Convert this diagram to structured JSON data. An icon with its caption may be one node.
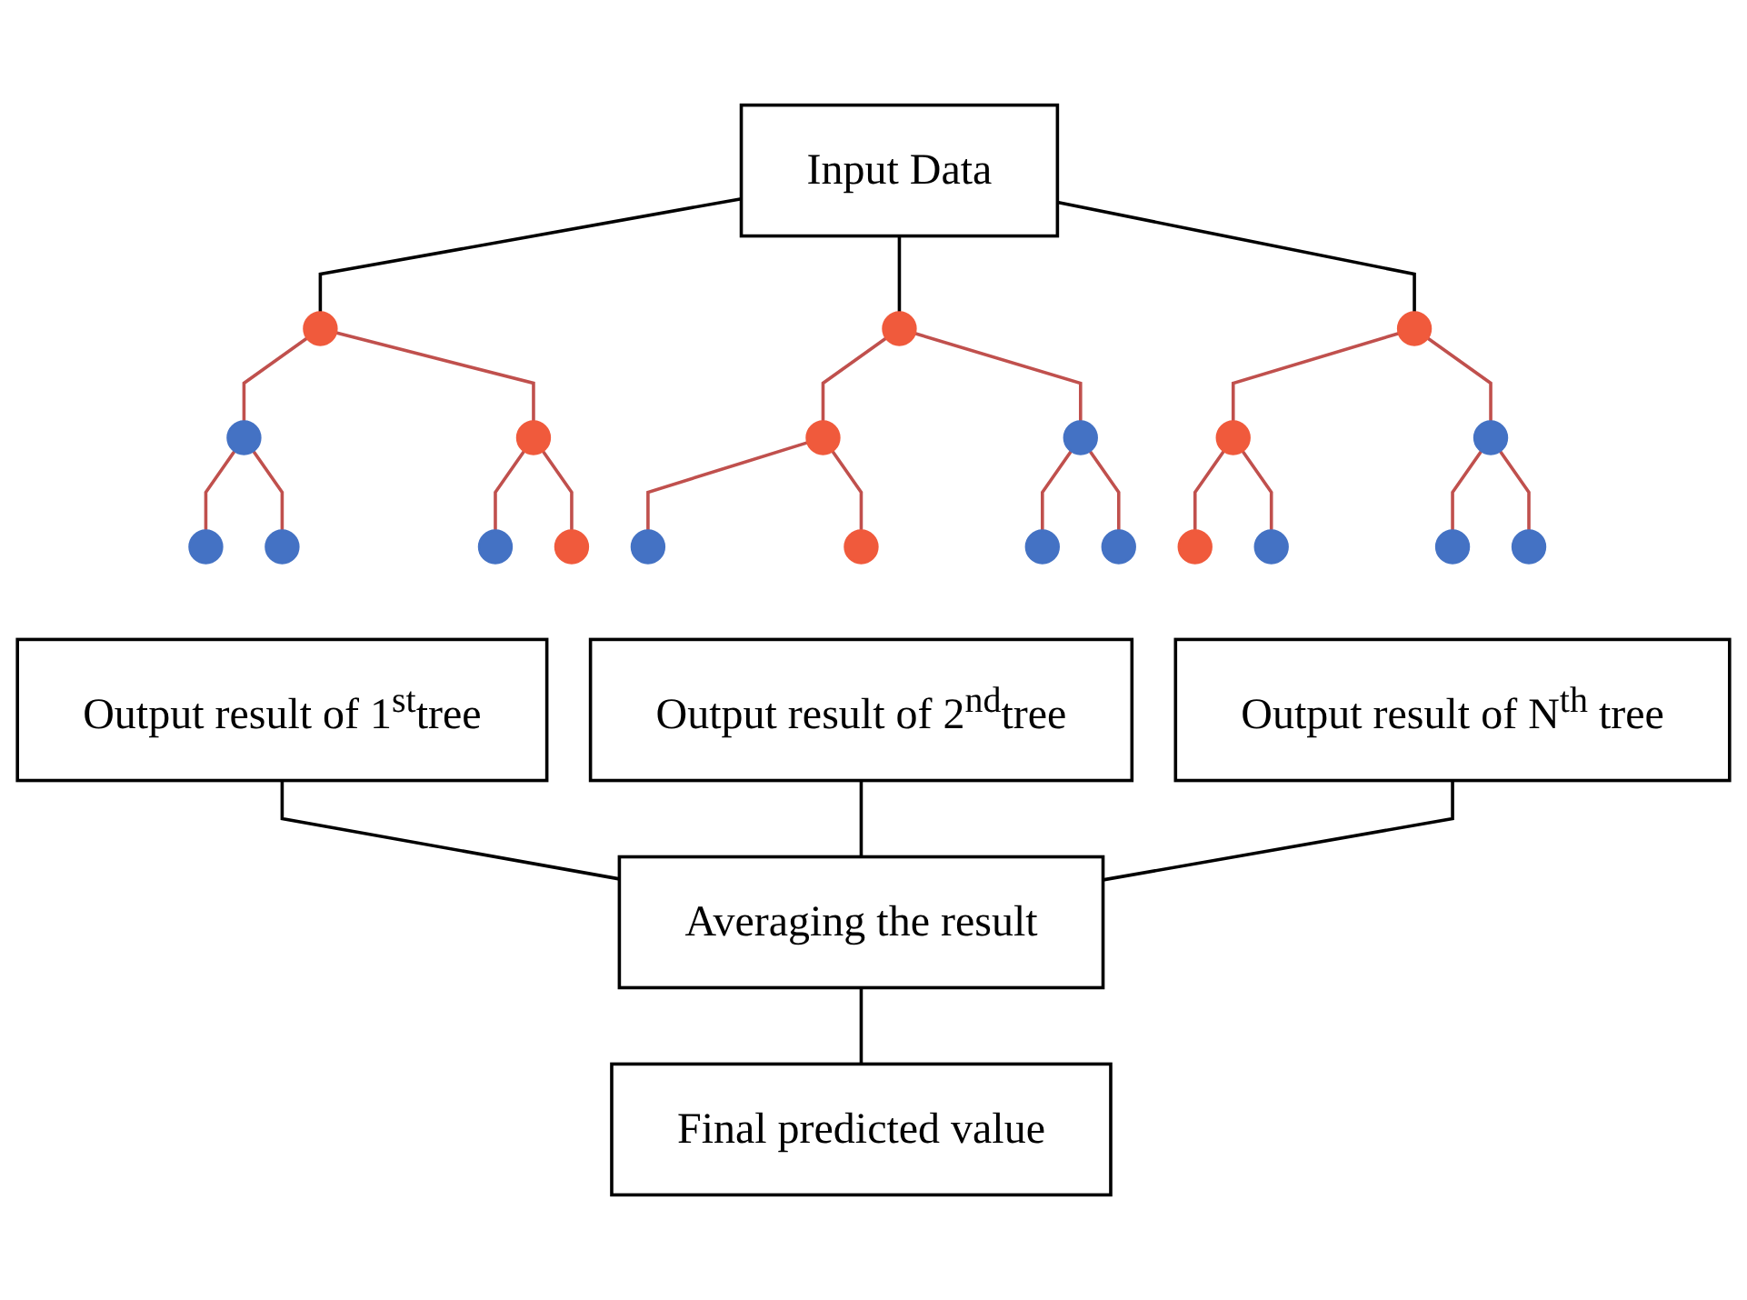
{
  "diagram": {
    "nodes": [
      {
        "text": [
          "Input Data"
        ]
      },
      {
        "text": [],
        "shape": "circle"
      },
      {
        "text": [],
        "shape": "circle"
      },
      {
        "text": [],
        "shape": "circle"
      },
      {
        "text": [],
        "shape": "circle"
      },
      {
        "text": [],
        "shape": "circle"
      },
      {
        "text": [],
        "shape": "circle"
      },
      {
        "text": [],
        "shape": "circle"
      },
      {
        "text": [],
        "shape": "circle"
      },
      {
        "text": [],
        "shape": "circle"
      },
      {
        "text": [],
        "shape": "circle"
      },
      {
        "text": [],
        "shape": "circle"
      },
      {
        "text": [],
        "shape": "circle"
      },
      {
        "text": [],
        "shape": "circle"
      },
      {
        "text": [],
        "shape": "circle"
      },
      {
        "text": [],
        "shape": "circle"
      },
      {
        "text": [],
        "shape": "circle"
      },
      {
        "text": [],
        "shape": "circle"
      },
      {
        "text": [],
        "shape": "circle"
      },
      {
        "text": [],
        "shape": "circle"
      },
      {
        "text": [],
        "shape": "circle"
      },
      {
        "text": [],
        "shape": "circle"
      },
      {
        "text": [
          "Output result of 1$^{st}$tree"
        ]
      },
      {
        "text": [
          "Output result of 2$^{nd}$tree"
        ]
      },
      {
        "text": [
          "Output result of N$^{th}$ tree"
        ]
      },
      {
        "text": [
          "Averaging the result"
        ]
      },
      {
        "text": [
          "Final predicted value"
        ]
      }
    ],
    "edges": [
      {
        "from": 0,
        "to": 1,
        "arrow": "none",
        "color": "#000000"
      },
      {
        "from": 0,
        "to": 2,
        "arrow": "none",
        "color": "#000000"
      },
      {
        "from": 0,
        "to": 3,
        "arrow": "none",
        "color": "#000000"
      },
      {
        "from": 1,
        "to": 4,
        "arrow": "none"
      },
      {
        "from": 1,
        "to": 5,
        "arrow": "none"
      },
      {
        "from": 4,
        "to": 10,
        "arrow": "none"
      },
      {
        "from": 4,
        "to": 11,
        "arrow": "none"
      },
      {
        "from": 5,
        "to": 12,
        "arrow": "none"
      },
      {
        "from": 5,
        "to": 13,
        "arrow": "none"
      },
      {
        "from": 2,
        "to": 6,
        "arrow": "none"
      },
      {
        "from": 2,
        "to": 7,
        "arrow": "none"
      },
      {
        "from": 6,
        "to": 14,
        "arrow": "none"
      },
      {
        "from": 6,
        "to": 15,
        "arrow": "none"
      },
      {
        "from": 7,
        "to": 16,
        "arrow": "none"
      },
      {
        "from": 7,
        "to": 17,
        "arrow": "none"
      },
      {
        "from": 3,
        "to": 8,
        "arrow": "none"
      },
      {
        "from": 3,
        "to": 9,
        "arrow": "none"
      },
      {
        "from": 8,
        "to": 18,
        "arrow": "none"
      },
      {
        "from": 8,
        "to": 19,
        "arrow": "none"
      },
      {
        "from": 9,
        "to": 20,
        "arrow": "none"
      },
      {
        "from": 9,
        "to": 21,
        "arrow": "none"
      },
      {
        "from": 22,
        "to": 25,
        "arrow": "none",
        "color": "#000000"
      },
      {
        "from": 23,
        "to": 25,
        "arrow": "none",
        "color": "#000000"
      },
      {
        "from": 24,
        "to": 25,
        "arrow": "none",
        "color": "#000000"
      },
      {
        "from": 25,
        "to": 26,
        "arrow": "none",
        "color": "#000000"
      }
    ]
  }
}
